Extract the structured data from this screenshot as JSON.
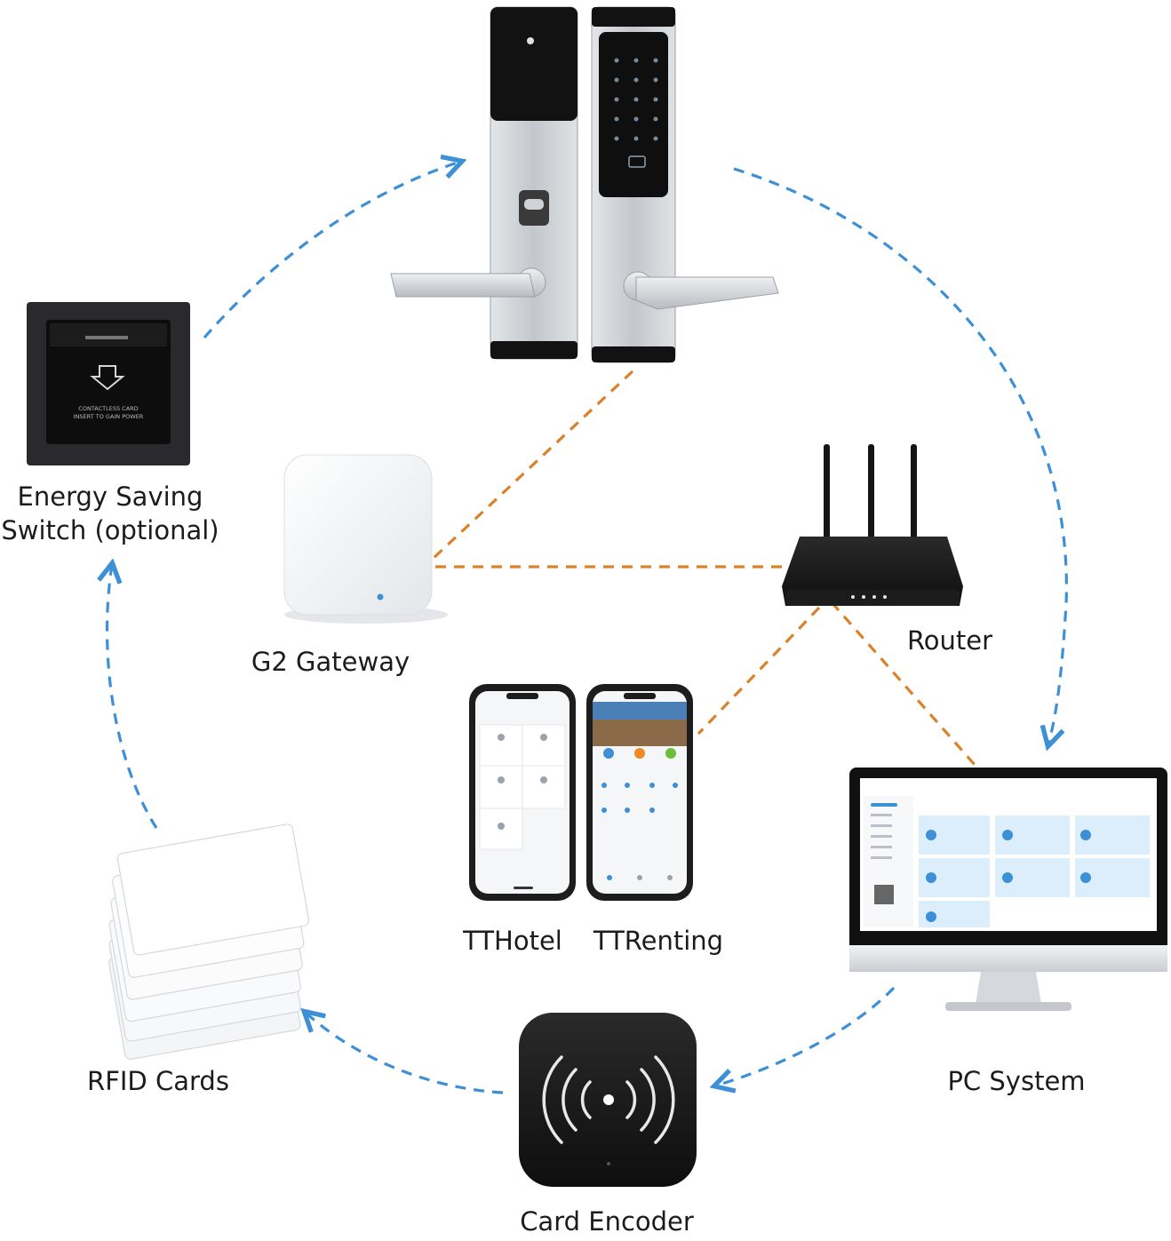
{
  "nodes": {
    "energy_switch": {
      "label_line1": "Energy Saving",
      "label_line2": "Switch (optional)",
      "panel_text_line1": "CONTACTLESS CARD",
      "panel_text_line2": "INSERT TO GAIN POWER"
    },
    "gateway": {
      "label": "G2 Gateway"
    },
    "router": {
      "label": "Router"
    },
    "tthotel": {
      "label": "TTHotel"
    },
    "ttrenting": {
      "label": "TTRenting"
    },
    "pc_system": {
      "label": "PC System"
    },
    "card_encoder": {
      "label": "Card Encoder"
    },
    "rfid_cards": {
      "label": "RFID Cards"
    },
    "door_lock": {
      "label": ""
    }
  },
  "colors": {
    "blue_arrow": "#3d8fd6",
    "orange_link": "#d9822b",
    "device_black": "#161616",
    "lock_silver": "#c8ccd0"
  },
  "icons": {
    "door_lock": "smart-door-lock-icon",
    "energy_switch": "card-power-switch-icon",
    "gateway": "gateway-box-icon",
    "router": "wifi-router-icon",
    "phones": "smartphone-icon",
    "pc": "desktop-monitor-icon",
    "encoder": "rfid-encoder-icon",
    "cards": "rfid-card-stack-icon"
  }
}
